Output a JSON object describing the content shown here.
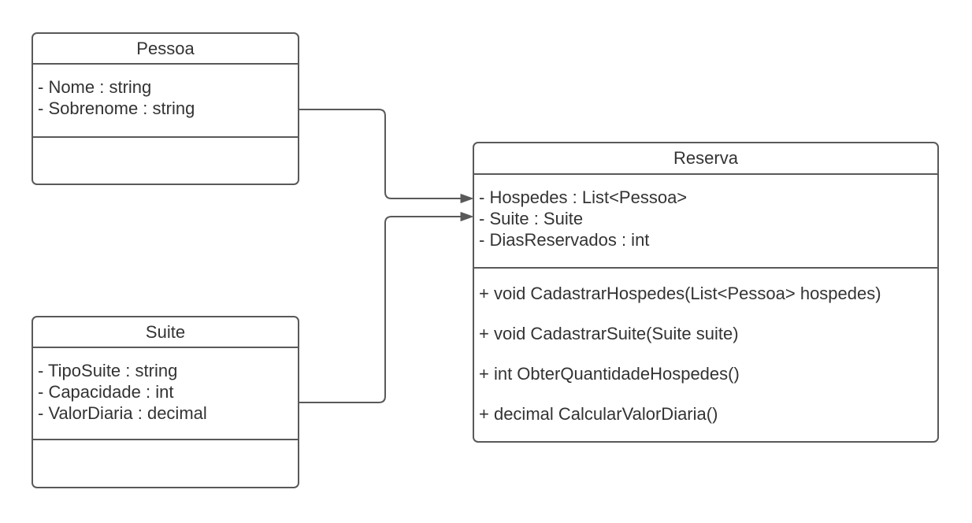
{
  "diagram": {
    "type": "uml-class-diagram",
    "colors": {
      "stroke": "#595959",
      "text": "#333333",
      "background": "#ffffff"
    },
    "classes": [
      {
        "name": "Pessoa",
        "attributes": [
          "- Nome : string",
          "- Sobrenome : string"
        ],
        "methods": []
      },
      {
        "name": "Suite",
        "attributes": [
          "- TipoSuite : string",
          "- Capacidade : int",
          "- ValorDiaria : decimal"
        ],
        "methods": []
      },
      {
        "name": "Reserva",
        "attributes": [
          "- Hospedes : List<Pessoa>",
          "- Suite : Suite",
          "- DiasReservados : int"
        ],
        "methods": [
          "+ void CadastrarHospedes(List<Pessoa> hospedes)",
          "+ void CadastrarSuite(Suite suite)",
          "+ int ObterQuantidadeHospedes()",
          "+ decimal CalcularValorDiaria()"
        ]
      }
    ],
    "relations": [
      {
        "from": "Pessoa",
        "to": "Reserva",
        "arrow": "filled-triangle"
      },
      {
        "from": "Suite",
        "to": "Reserva",
        "arrow": "filled-triangle"
      }
    ]
  }
}
